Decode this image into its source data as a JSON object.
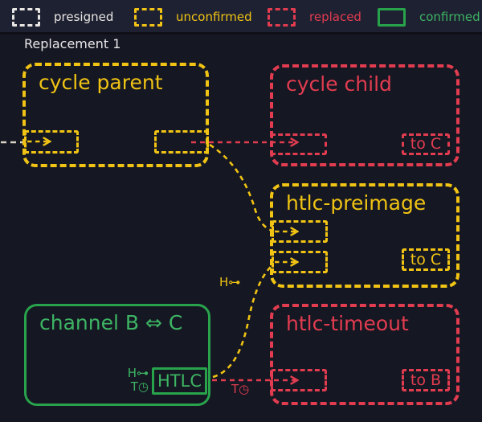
{
  "colors": {
    "presigned": "#e8e6e3",
    "unconfirmed": "#f0c314",
    "replaced": "#e23c50",
    "confirmed": "#28a34c",
    "header_bg": "#1e2132",
    "canvas_bg": "#151722"
  },
  "legend": {
    "items": [
      {
        "label": "presigned",
        "status": "presigned"
      },
      {
        "label": "unconfirmed",
        "status": "unconfirmed"
      },
      {
        "label": "replaced",
        "status": "replaced"
      },
      {
        "label": "confirmed",
        "status": "confirmed"
      }
    ]
  },
  "diagram": {
    "title": "Replacement 1",
    "nodes": {
      "cycle_parent": {
        "label": "cycle parent",
        "status": "unconfirmed"
      },
      "cycle_child": {
        "label": "cycle child",
        "status": "replaced",
        "output_label": "to C"
      },
      "htlc_preimage": {
        "label": "htlc-preimage",
        "status": "unconfirmed",
        "output_label": "to C"
      },
      "htlc_timeout": {
        "label": "htlc-timeout",
        "status": "replaced",
        "output_label": "to B"
      },
      "channel": {
        "label": "channel B ⇔ C",
        "status": "confirmed",
        "htlc_label": "HTLC",
        "hash_label": "H⊶",
        "time_label": "T◷"
      }
    },
    "annotations": {
      "preimage_condition": "H⊶",
      "timeout_condition": "T◷"
    }
  }
}
